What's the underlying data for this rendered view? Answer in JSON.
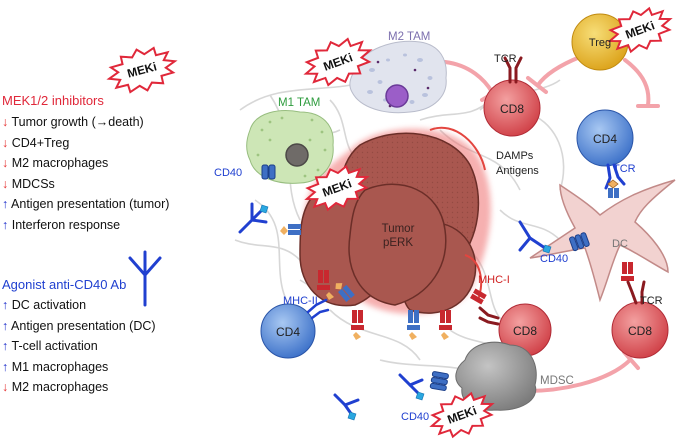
{
  "colors": {
    "red": "#e0283a",
    "blue": "#2040d0",
    "tumor": "#a9574f",
    "tumor_edge": "#6b2e28",
    "cd8": "#e0595d",
    "cd4": "#4a86d8",
    "treg": "#e8b320",
    "dc": "#f2d2d0",
    "m1tam": "#cde6b6",
    "m2tam": "#e1e4ee",
    "mdsc": "#9a9a9a",
    "inhibit_arrow": "#f3a3aa"
  },
  "left_panel": {
    "mek_title": "MEK1/2 inhibitors",
    "mek_effects": [
      {
        "direction": "down",
        "text": "Tumor growth (→death)"
      },
      {
        "direction": "down",
        "text": "CD4+Treg"
      },
      {
        "direction": "down",
        "text": "M2 macrophages"
      },
      {
        "direction": "down",
        "text": "MDCSs"
      },
      {
        "direction": "up",
        "text": "Antigen presentation (tumor)"
      },
      {
        "direction": "up",
        "text": "Interferon response"
      }
    ],
    "cd40_title": "Agonist anti-CD40 Ab",
    "cd40_effects": [
      {
        "direction": "up",
        "text": "DC activation"
      },
      {
        "direction": "up",
        "text": "Antigen presentation (DC)"
      },
      {
        "direction": "up",
        "text": "T-cell activation"
      },
      {
        "direction": "up",
        "text": "M1 macrophages"
      },
      {
        "direction": "down",
        "text": "M2 macrophages"
      }
    ],
    "arrows": {
      "up": "↑",
      "down": "↓"
    }
  },
  "mek_badge": "MEKi",
  "cells": {
    "tumor_line1": "Tumor",
    "tumor_line2": "pERK",
    "m1_tam": "M1 TAM",
    "m2_tam": "M2 TAM",
    "treg": "Treg",
    "cd8": "CD8",
    "cd4": "CD4",
    "dc": "DC",
    "mdsc": "MDSC"
  },
  "labels": {
    "tcr": "TCR",
    "cd40": "CD40",
    "mhc1": "MHC-I",
    "mhc2": "MHC-II",
    "damps": "DAMPs",
    "antigens": "Antigens"
  }
}
